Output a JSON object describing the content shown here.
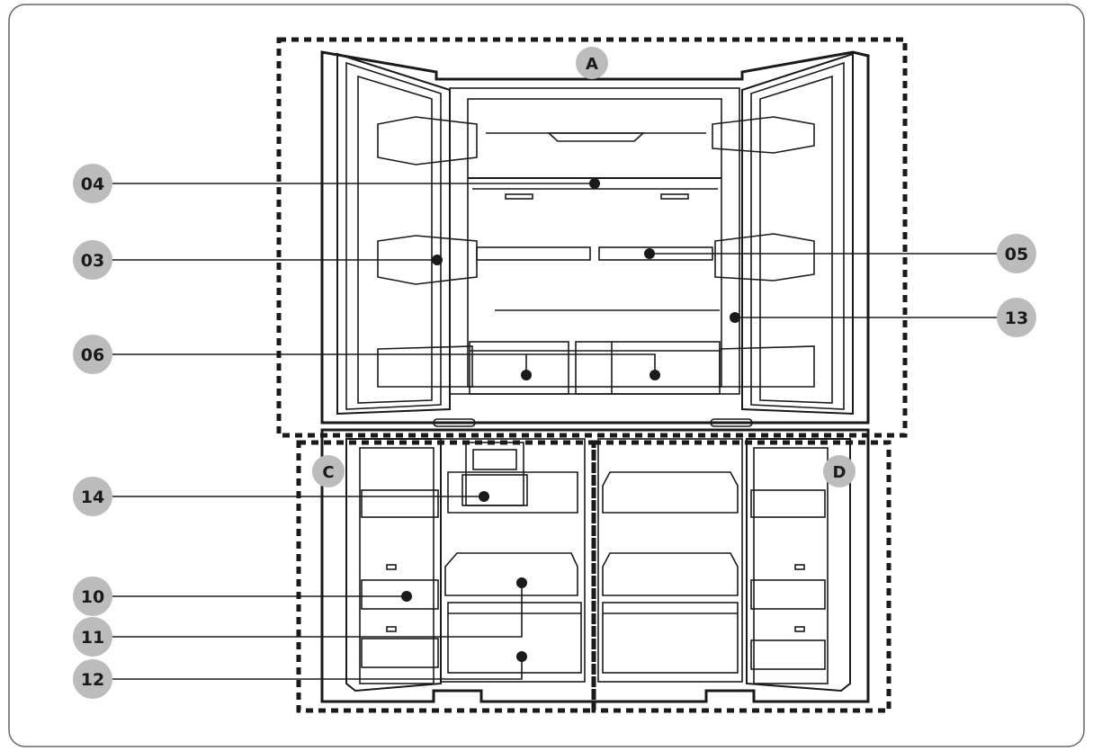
{
  "zones": {
    "a": "A",
    "c": "C",
    "d": "D"
  },
  "callouts": {
    "c04": "04",
    "c03": "03",
    "c06": "06",
    "c14": "14",
    "c10": "10",
    "c11": "11",
    "c12": "12",
    "c05": "05",
    "c13": "13"
  },
  "colors": {
    "line": "#1a1a1a",
    "badge": "#bcbcbc",
    "paper": "#ffffff"
  }
}
